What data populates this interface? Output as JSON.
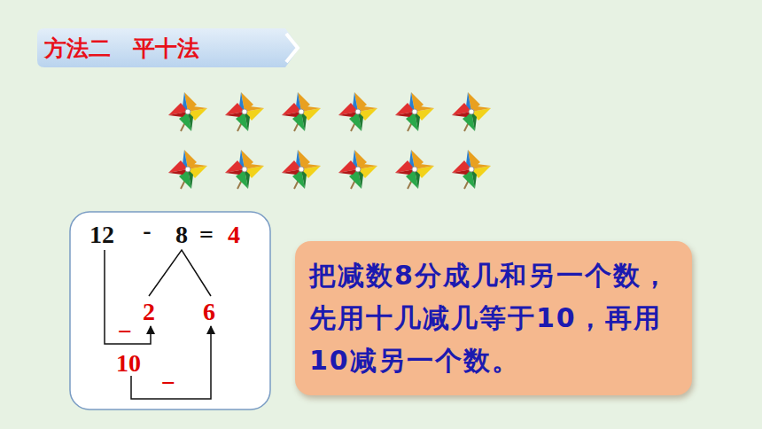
{
  "diagram": {
    "nodes": [
      {
        "text": [
          "方法二　平十法"
        ]
      },
      {
        "text": [
          "12",
          "-",
          "8",
          "=",
          "4",
          "2",
          "6",
          "−",
          "10",
          "−"
        ]
      },
      {
        "text": [
          "把减数8分成几和另一个数，先用十几减几等于10，再用10减另一个数。"
        ]
      }
    ]
  }
}
